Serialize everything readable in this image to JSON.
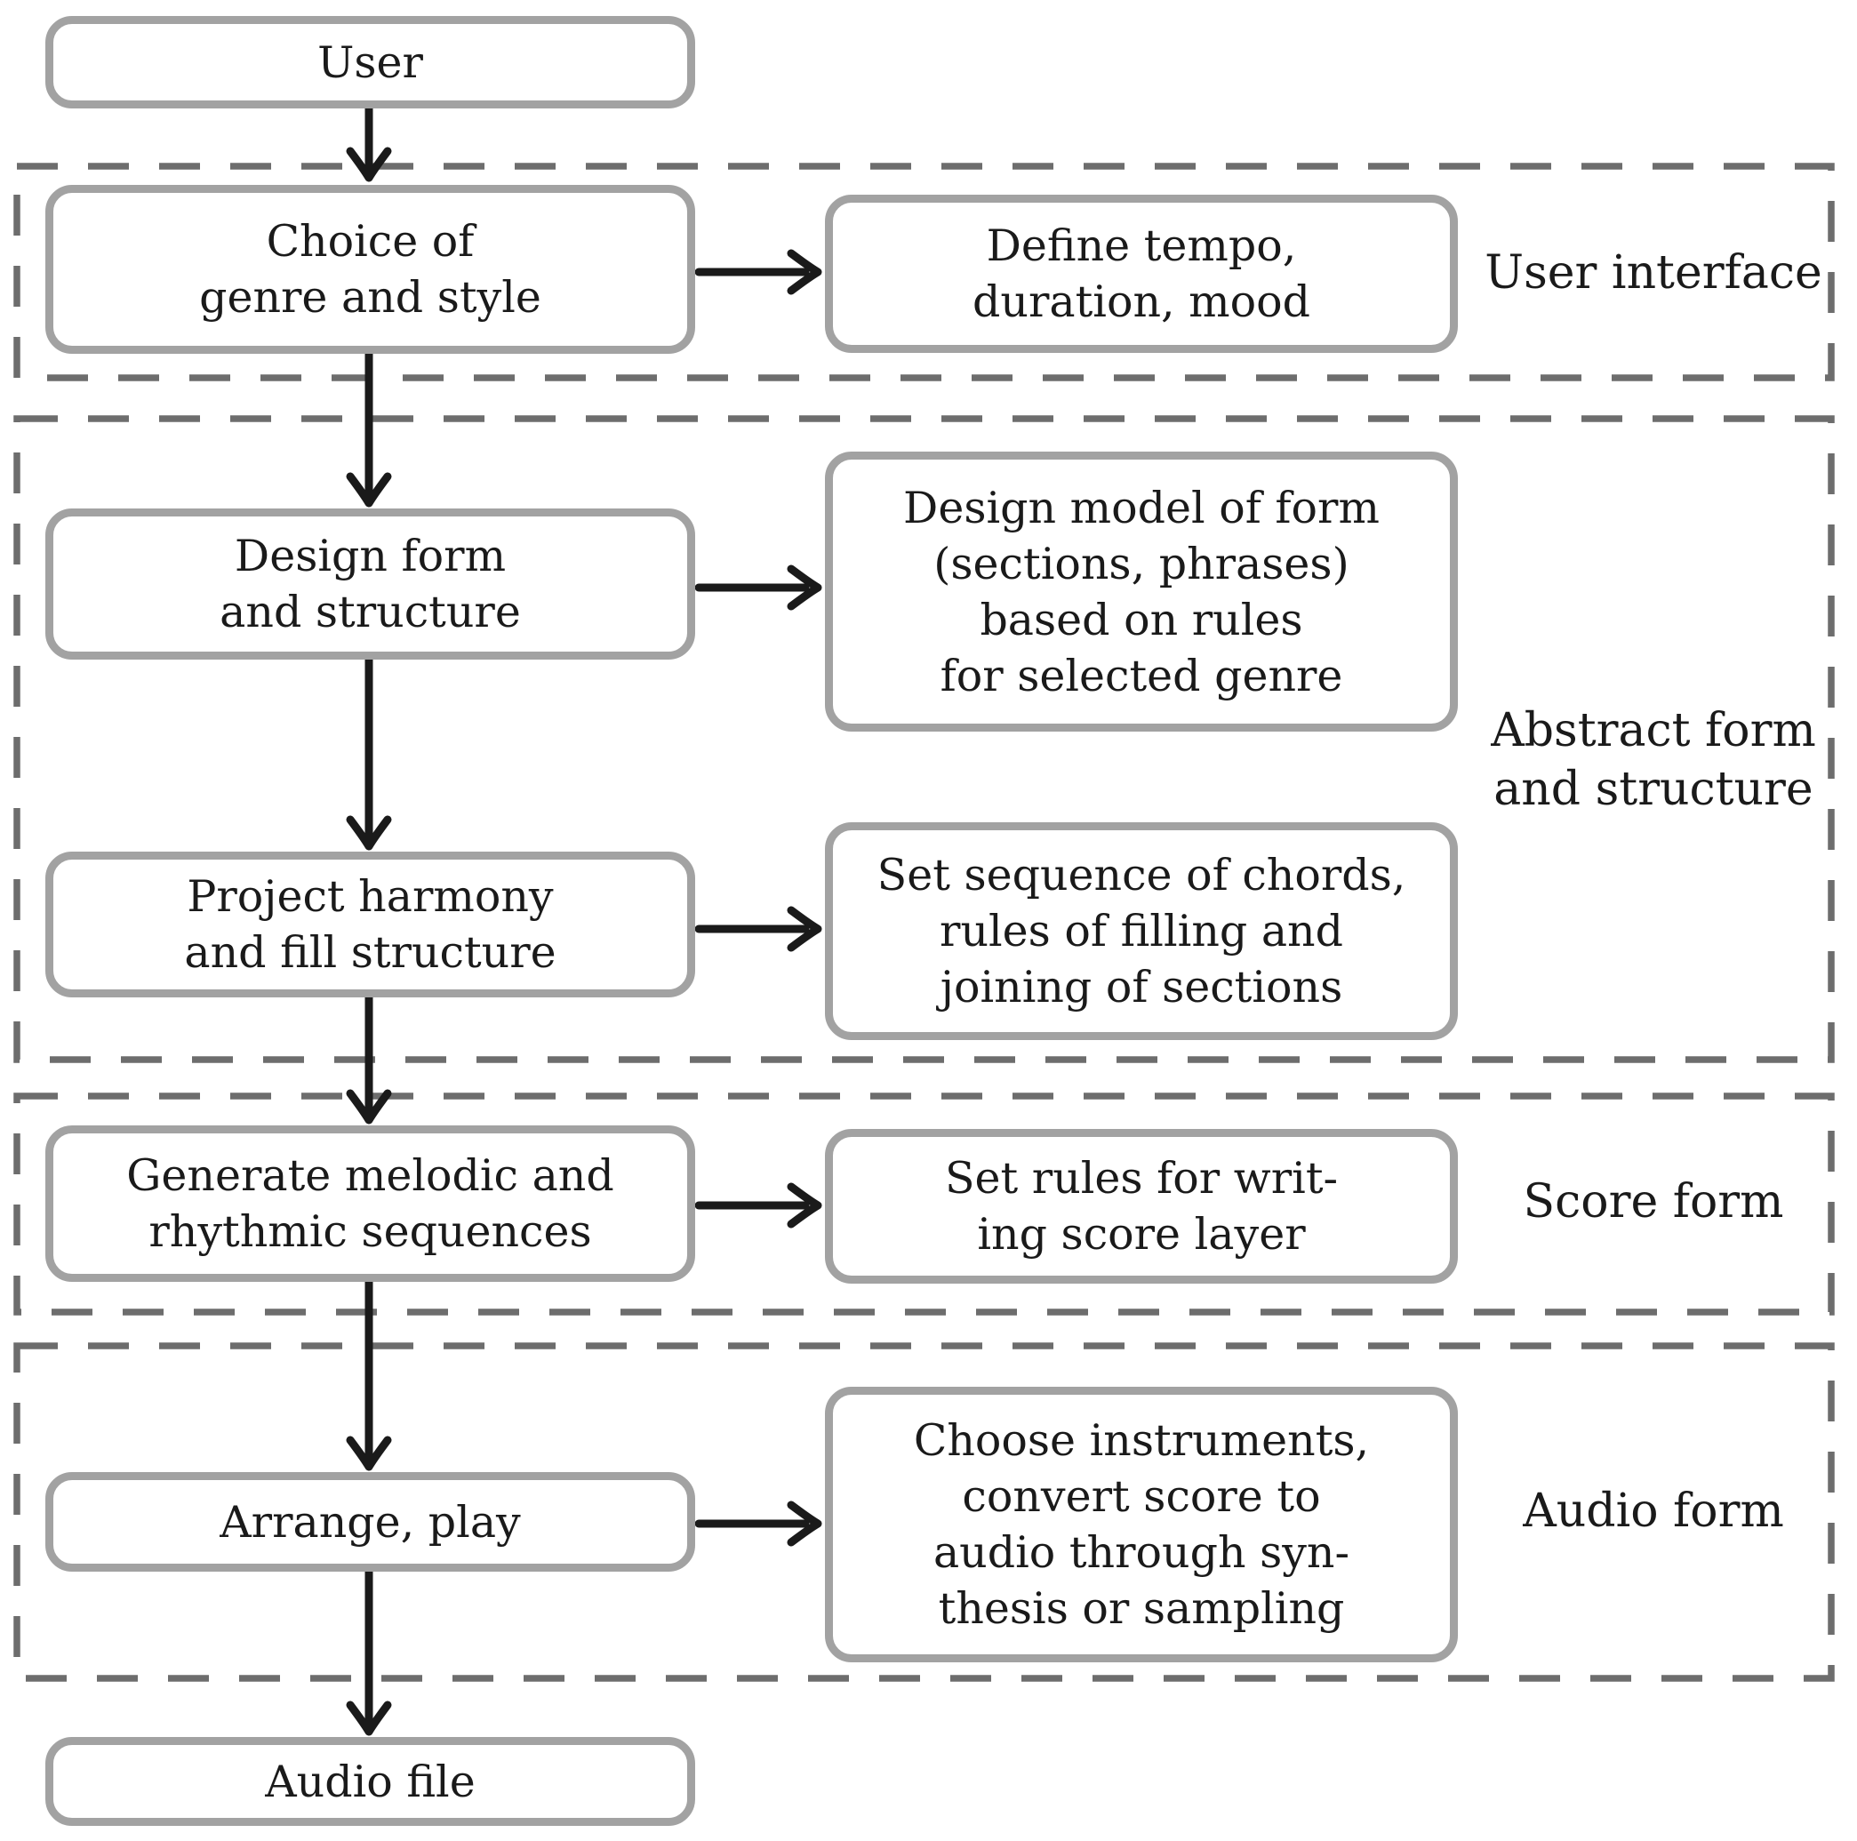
{
  "colors": {
    "background": "#ffffff",
    "node_border": "#a2a2a2",
    "region_dashed_border": "#6d6d6d",
    "text": "#1a1a1a",
    "arrow": "#1a1a1a"
  },
  "nodes": {
    "user": {
      "lines": [
        "User"
      ]
    },
    "choice": {
      "lines": [
        "Choice of",
        "genre and style"
      ]
    },
    "define_tempo": {
      "lines": [
        "Define tempo,",
        "duration, mood"
      ]
    },
    "design_form": {
      "lines": [
        "Design form",
        "and structure"
      ]
    },
    "design_model": {
      "lines": [
        "Design model of form",
        "(sections, phrases)",
        "based on rules",
        "for selected genre"
      ]
    },
    "project_harmony": {
      "lines": [
        "Project harmony",
        "and fill structure"
      ]
    },
    "set_sequence": {
      "lines": [
        "Set sequence of chords,",
        "rules of filling and",
        "joining of sections"
      ]
    },
    "generate": {
      "lines": [
        "Generate melodic and",
        "rhythmic sequences"
      ]
    },
    "set_rules": {
      "lines": [
        "Set rules for writ-",
        "ing score layer"
      ]
    },
    "arrange": {
      "lines": [
        "Arrange, play"
      ]
    },
    "choose_instruments": {
      "lines": [
        "Choose instruments,",
        "convert score to",
        "audio through syn-",
        "thesis or sampling"
      ]
    },
    "audio_file": {
      "lines": [
        "Audio file"
      ]
    }
  },
  "regions": [
    {
      "label_lines": [
        "User interface"
      ]
    },
    {
      "label_lines": [
        "Abstract form",
        "and structure"
      ]
    },
    {
      "label_lines": [
        "Score form"
      ]
    },
    {
      "label_lines": [
        "Audio form"
      ]
    }
  ]
}
